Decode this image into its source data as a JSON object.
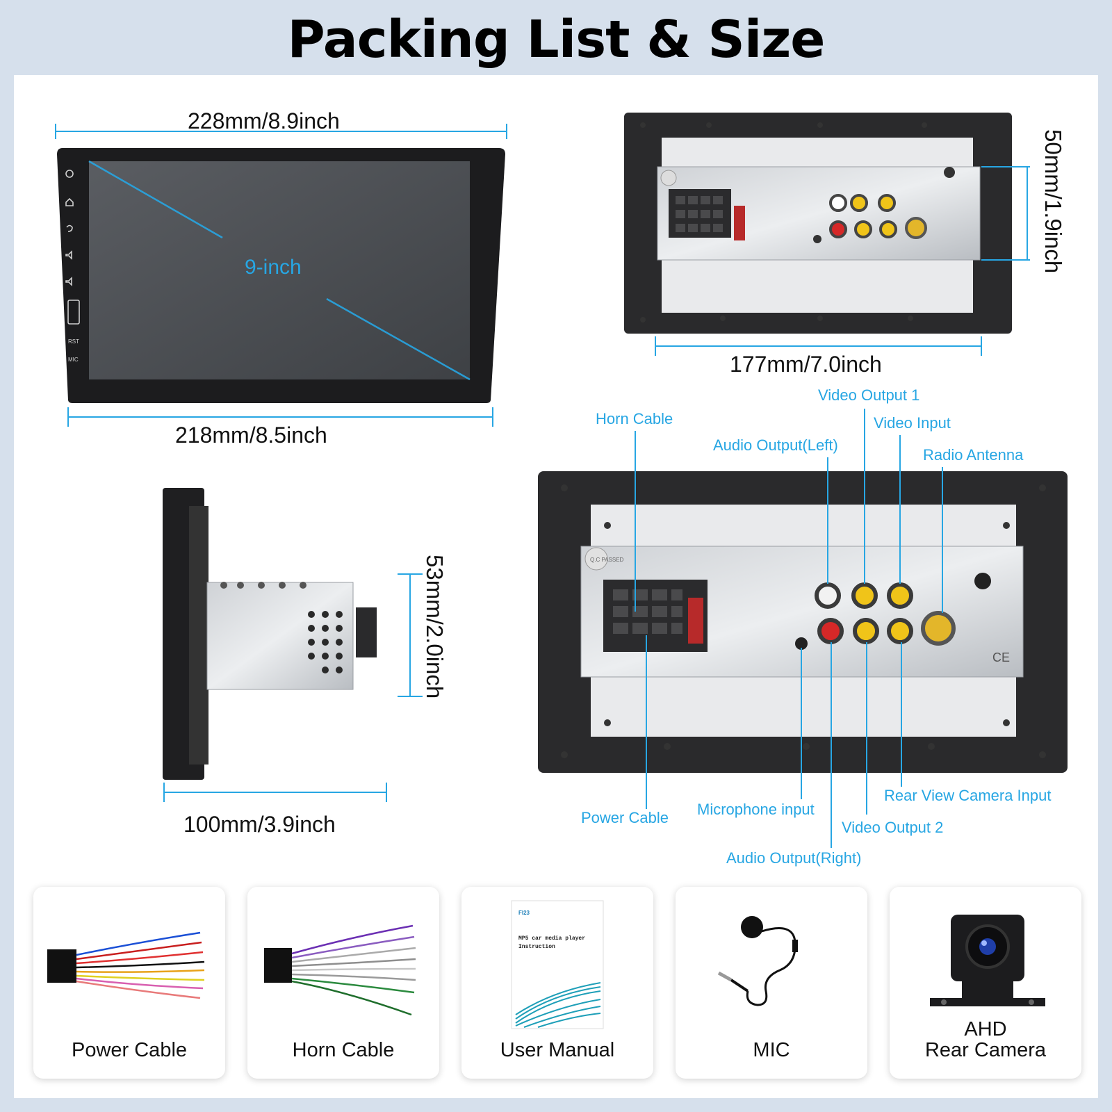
{
  "title": "Packing List & Size",
  "dimensions": {
    "front_width_top": "228mm/8.9inch",
    "front_width_bottom": "218mm/8.5inch",
    "screen_size": "9-inch",
    "back_width": "177mm/7.0inch",
    "back_height": "50mm/1.9inch",
    "side_height": "53mm/2.0inch",
    "side_depth": "100mm/3.9inch"
  },
  "connectors": {
    "horn_cable": "Horn Cable",
    "video_output_1": "Video Output 1",
    "video_input": "Video Input",
    "audio_output_left": "Audio Output(Left)",
    "radio_antenna": "Radio Antenna",
    "power_cable": "Power Cable",
    "microphone_input": "Microphone input",
    "rear_view_camera_input": "Rear View Camera Input",
    "video_output_2": "Video Output 2",
    "audio_output_right": "Audio Output(Right)"
  },
  "device_labels": {
    "rst": "RST",
    "mic": "MIC",
    "qc": "Q.C PASSED",
    "ce": "CE"
  },
  "manual": {
    "brand": "FI23",
    "line1": "MP5 car media player",
    "line2": "Instruction"
  },
  "items": [
    {
      "label": "Power Cable"
    },
    {
      "label": "Horn Cable"
    },
    {
      "label": "User Manual"
    },
    {
      "label": "MIC"
    },
    {
      "label_line1": "AHD",
      "label_line2": "Rear Camera"
    }
  ],
  "colors": {
    "accent": "#27a6e3",
    "background": "#d6e0ec",
    "rca_white": "#f2f2f2",
    "rca_yellow": "#f0c419",
    "rca_red": "#d62828"
  }
}
